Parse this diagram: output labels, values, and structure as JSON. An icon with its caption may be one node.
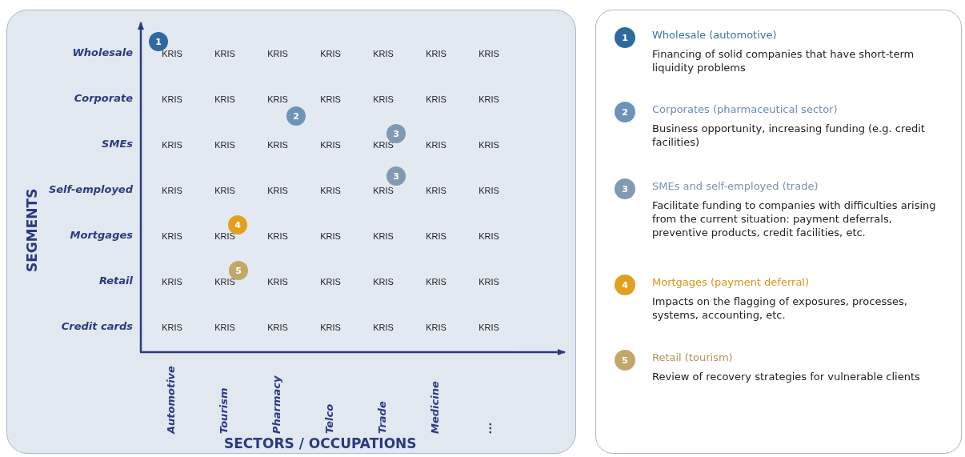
{
  "diagram": {
    "nodes": [
      {
        "text": [
          "1"
        ]
      },
      {
        "text": [
          "2"
        ]
      },
      {
        "text": [
          "3"
        ]
      },
      {
        "text": [
          "3"
        ]
      },
      {
        "text": [
          "4"
        ]
      },
      {
        "text": [
          "5"
        ]
      },
      {
        "text": [
          "1"
        ],
        "beside": [
          "Wholesale (automotive)",
          "Financing of solid companies that have short-term liquidity problems"
        ]
      },
      {
        "text": [
          "2"
        ],
        "beside": [
          "Corporates (pharmaceutical sector)",
          "Business opportunity, increasing funding (e.g. credit facilities)"
        ]
      },
      {
        "text": [
          "3"
        ],
        "beside": [
          "SMEs and self-employed (trade)",
          "Facilitate funding to companies with difficulties arising from the current situation: payment deferrals, preventive products, credit facilities, etc."
        ]
      },
      {
        "text": [
          "4"
        ],
        "beside": [
          "Mortgages (payment deferral)",
          "Impacts on the flagging of exposures, processes, systems, accounting, etc."
        ]
      },
      {
        "text": [
          "5"
        ],
        "beside": [
          "Retail (tourism)",
          "Review of recovery strategies for vulnerable clients"
        ]
      }
    ],
    "labels": [
      "SEGMENTS",
      "Wholesale",
      "KRIS",
      "KRIS",
      "KRIS",
      "KRIS",
      "KRIS",
      "KRIS",
      "KRIS",
      "Corporate",
      "KRIS",
      "KRIS",
      "KRIS",
      "KRIS",
      "KRIS",
      "KRIS",
      "KRIS",
      "SMEs",
      "KRIS",
      "KRIS",
      "KRIS",
      "KRIS",
      "KRIS",
      "KRIS",
      "KRIS",
      "Self-employed",
      "KRIS",
      "KRIS",
      "KRIS",
      "KRIS",
      "KRIS",
      "KRIS",
      "KRIS",
      "Mortgages",
      "KRIS",
      "KRIS",
      "KRIS",
      "KRIS",
      "KRIS",
      "KRIS",
      "KRIS",
      "Retail",
      "KRIS",
      "KRIS",
      "KRIS",
      "KRIS",
      "KRIS",
      "KRIS",
      "KRIS",
      "Credit cards",
      "KRIS",
      "KRIS",
      "KRIS",
      "KRIS",
      "KRIS",
      "KRIS",
      "KRIS",
      "Automotive",
      "Tourism",
      "Pharmacy",
      "Telco",
      "Trade",
      "Medicine",
      "...",
      "SECTORS / OCCUPATIONS"
    ]
  }
}
